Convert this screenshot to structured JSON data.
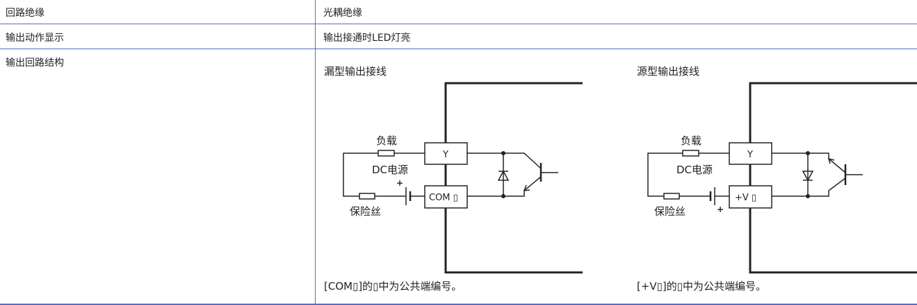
{
  "rows": [
    {
      "label": "回路绝缘",
      "value": "光耦绝缘"
    },
    {
      "label": "输出动作显示",
      "value": "输出接通时LED灯亮"
    },
    {
      "label": "输出回路结构"
    }
  ],
  "diagrams": [
    {
      "title": "漏型输出接线",
      "load": "负载",
      "power": "DC电源",
      "plus": "+",
      "fuse": "保险丝",
      "terminal_y": "Y",
      "terminal_common": "COM ▯",
      "caption": "[COM▯]的▯中为公共端编号。"
    },
    {
      "title": "源型输出接线",
      "load": "负载",
      "power": "DC电源",
      "plus": "+",
      "fuse": "保险丝",
      "terminal_y": "Y",
      "terminal_common": "+V ▯",
      "caption": "[+V▯]的▯中为公共端编号。"
    }
  ],
  "colors": {
    "grid": "#5a6cc0"
  }
}
